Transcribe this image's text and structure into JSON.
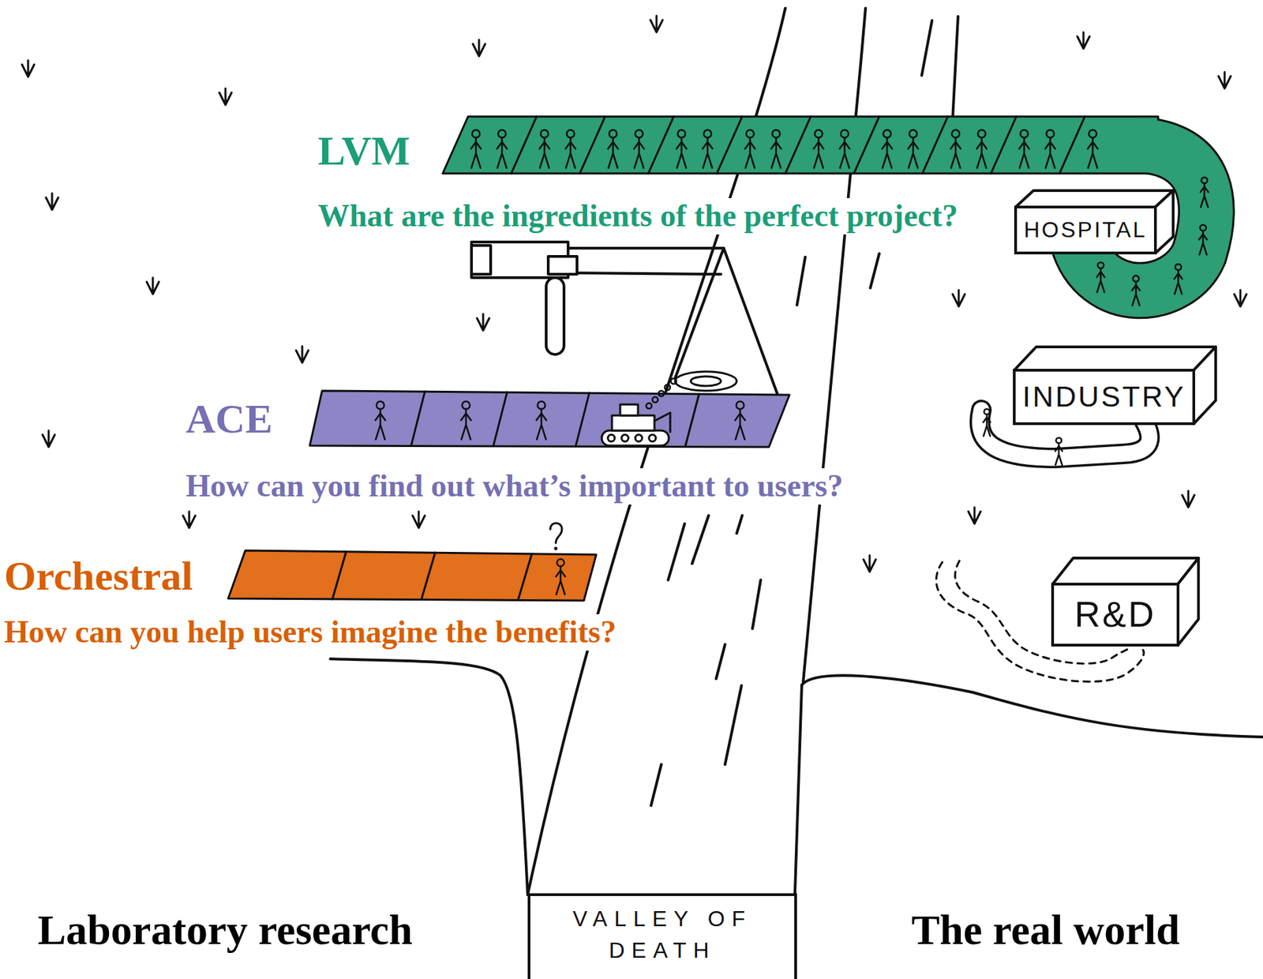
{
  "diagram": {
    "nodes": [
      {
        "text": [
          "LVM",
          "What are the ingredients of the perfect project?"
        ]
      },
      {
        "text": [
          "HOSPITAL"
        ]
      },
      {
        "text": [
          "ACE",
          "How can you find out what’s important to users?"
        ]
      },
      {
        "text": [
          "INDUSTRY"
        ]
      },
      {
        "text": [
          "Orchestral",
          "How can you help users imagine the benefits?"
        ]
      },
      {
        "text": [
          "R&D"
        ]
      },
      {
        "text": [
          "VALLEY OF DEATH"
        ]
      }
    ],
    "labels": [
      "Laboratory research",
      "The real world"
    ]
  }
}
